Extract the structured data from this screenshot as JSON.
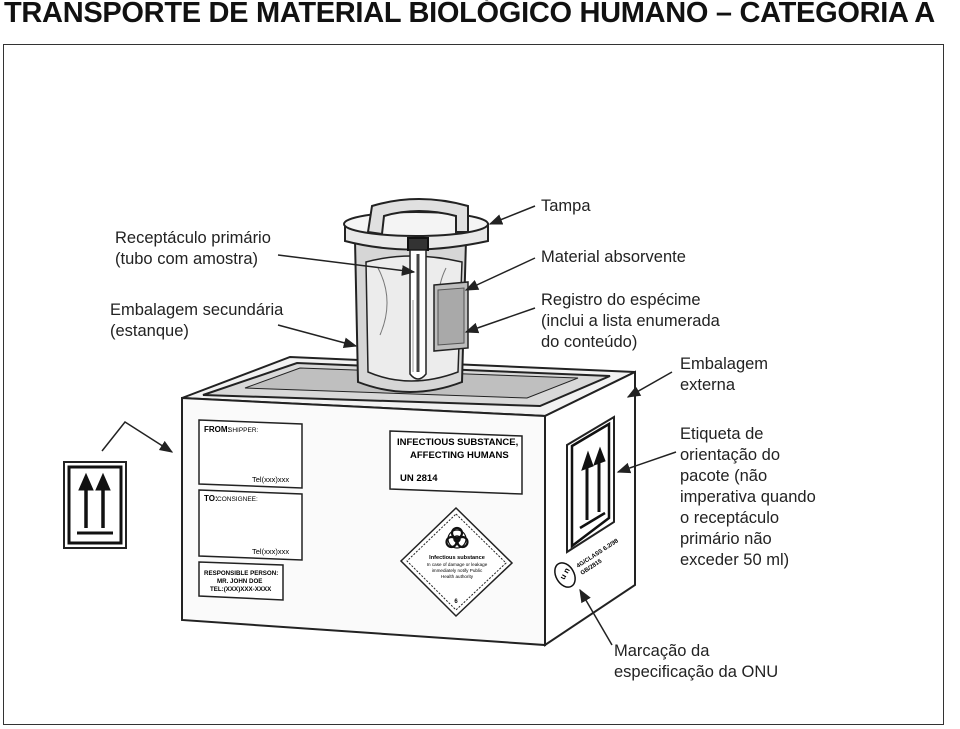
{
  "title": "TRANSPORTE DE MATERIAL BIOLÓGICO HUMANO – CATEGORIA A",
  "labels": {
    "tampa": "Tampa",
    "receptaculo": "Receptáculo primário\n(tubo com amostra)",
    "absorvente": "Material absorvente",
    "secundaria": "Embalagem secundária\n(estanque)",
    "registro": "Registro do espécime\n(inclui a lista enumerada\ndo conteúdo)",
    "externa": "Embalagem\nexterna",
    "etiqueta": "Etiqueta de\norientação do\npacote (não\nimperativa quando\no receptáculo\nprimário não\nexceder 50 ml)",
    "marcacao": "Marcação da\nespecificação da ONU"
  },
  "box_text": {
    "from": "FROM:",
    "from_sub": "SHIPPER:",
    "from_tel": "Tel(xxx)xxx",
    "to": "TO:",
    "to_sub": "CONSIGNEE:",
    "to_tel": "Tel(xxx)xxx",
    "responsible_1": "RESPONSIBLE PERSON:",
    "responsible_2": "MR. JOHN DOE",
    "responsible_3": "TEL:(XXX)XXX-XXXX",
    "infectious_1": "INFECTIOUS SUBSTANCE,",
    "infectious_2": "AFFECTING HUMANS",
    "un_number": "UN 2814",
    "diamond_1": "Infectious substance",
    "diamond_2": "In case of damage or leakage",
    "diamond_3": "immediately notify Public",
    "diamond_4": "Health authority",
    "diamond_class": "6",
    "un_mark_1": "4G/CLASS 6.2/98",
    "un_mark_2": "GB/2815",
    "un_symbol": "u n"
  },
  "icons": [
    "orientation-arrows-icon",
    "biohazard-icon",
    "un-packaging-mark-icon"
  ]
}
